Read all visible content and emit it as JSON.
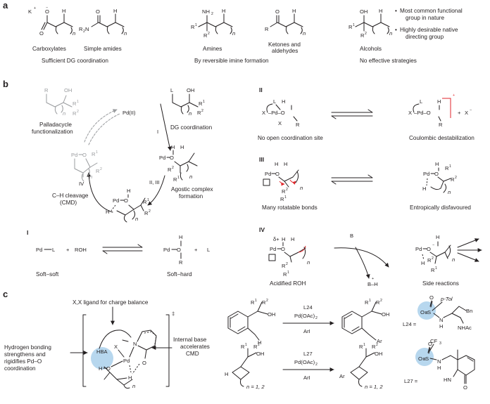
{
  "panels": {
    "a": "a",
    "b": "b",
    "c": "c"
  },
  "panel_a": {
    "carboxylates": "Carboxylates",
    "simple_amides": "Simple amides",
    "amines": "Amines",
    "ketones_1": "Ketones and",
    "ketones_2": "aldehydes",
    "alcohols": "Alcohols",
    "footer_left": "Sufficient DG coordination",
    "footer_mid": "By reversible imine formation",
    "footer_right": "No effective strategies",
    "bullet_1a": "Most common functional",
    "bullet_1b": "group in nature",
    "bullet_2a": "Highly desirable native",
    "bullet_2b": "directing group"
  },
  "panel_b": {
    "palladacycle_1": "Palladacycle",
    "palladacycle_2": "functionalization",
    "pd_ii": "Pd(II)",
    "dg_coordination": "DG coordination",
    "step_i": "I",
    "step_ii_iii": "II, III",
    "step_iv": "IV",
    "agostic_1": "Agostic complex",
    "agostic_2": "formation",
    "ch_cleavage_1": "C–H cleavage",
    "ch_cleavage_2": "(CMD)",
    "soft_soft": "Soft–soft",
    "soft_hard": "Soft–hard",
    "roman_i": "I",
    "roman_ii": "II",
    "roman_iii": "III",
    "roman_iv": "IV",
    "no_open_site": "No open coordination site",
    "coulombic": "Coulombic destabilization",
    "rotatable": "Many rotatable bonds",
    "entropic": "Entropically disfavoured",
    "acidified": "Acidified ROH",
    "side_reactions": "Side reactions",
    "base": "B",
    "conj_acid": "B–H",
    "roh": "ROH",
    "plus": "+",
    "ligand_l": "L",
    "x_minus": "X",
    "delta_plus": "δ+"
  },
  "panel_c": {
    "xx_ligand": "X,X ligand for charge balance",
    "hbond_1": "Hydrogen bonding",
    "hbond_2": "strengthens and",
    "hbond_3": "rigidifies Pd–O",
    "hbond_4": "coordination",
    "internal_1": "Internal base",
    "internal_2": "accelerates",
    "internal_3": "CMD",
    "hba": "HBA",
    "dagger": "‡",
    "l24": "L24",
    "l27": "L27",
    "pd_oac2": "Pd(OAc)",
    "ari": "ArI",
    "n_range": "n = 1, 2",
    "l24_eq": "L24 =",
    "l27_eq": "L27 =",
    "p_tol": "p-Tol",
    "bn": "Bn",
    "nhac": "NHAc",
    "cf3": "CF",
    "hn": "HN"
  },
  "atoms": {
    "k_plus": "K",
    "o": "O",
    "h": "H",
    "n": "n",
    "nh2": "NH",
    "r": "R",
    "r1": "R",
    "r2": "R",
    "oh": "OH",
    "pd": "Pd",
    "l": "L",
    "x": "X",
    "s": "S",
    "ar": "Ar",
    "one": "1",
    "two": "2",
    "three": "3"
  },
  "colors": {
    "highlight": "#b7d7ee",
    "agostic_red": "#e0262b",
    "ink": "#231f20",
    "grey": "#9a9c9f"
  }
}
